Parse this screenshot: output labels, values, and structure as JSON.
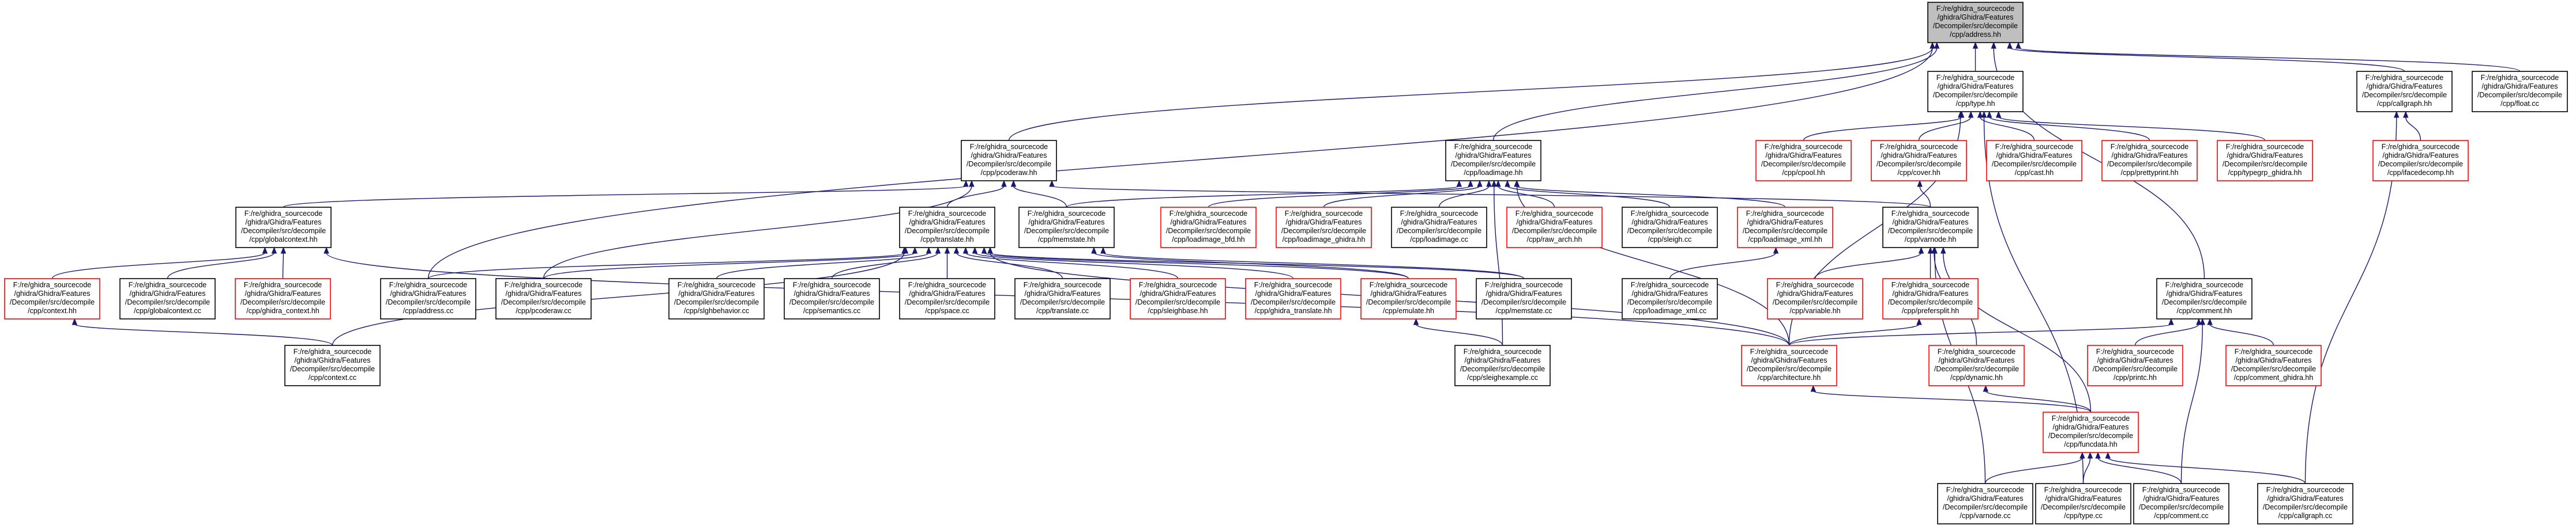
{
  "graph": {
    "title": "",
    "edge_color": "#191970",
    "root_fill": "#bfbfbf",
    "missing_border": "#ff0000",
    "nodes": [
      {
        "id": "address_hh",
        "lines": [
          "F:/re/ghidra_sourcecode",
          "/ghidra/Ghidra/Features",
          "/Decompiler/src/decompile",
          "/cpp/address.hh"
        ],
        "kind": "root"
      },
      {
        "id": "pcoderaw_hh",
        "lines": [
          "F:/re/ghidra_sourcecode",
          "/ghidra/Ghidra/Features",
          "/Decompiler/src/decompile",
          "/cpp/pcoderaw.hh"
        ],
        "kind": "normal"
      },
      {
        "id": "loadimage_hh",
        "lines": [
          "F:/re/ghidra_sourcecode",
          "/ghidra/Ghidra/Features",
          "/Decompiler/src/decompile",
          "/cpp/loadimage.hh"
        ],
        "kind": "normal"
      },
      {
        "id": "type_hh",
        "lines": [
          "F:/re/ghidra_sourcecode",
          "/ghidra/Ghidra/Features",
          "/Decompiler/src/decompile",
          "/cpp/type.hh"
        ],
        "kind": "normal"
      },
      {
        "id": "callgraph_hh",
        "lines": [
          "F:/re/ghidra_sourcecode",
          "/ghidra/Ghidra/Features",
          "/Decompiler/src/decompile",
          "/cpp/callgraph.hh"
        ],
        "kind": "normal"
      },
      {
        "id": "float_cc",
        "lines": [
          "F:/re/ghidra_sourcecode",
          "/ghidra/Ghidra/Features",
          "/Decompiler/src/decompile",
          "/cpp/float.cc"
        ],
        "kind": "normal"
      },
      {
        "id": "globalcontext_hh",
        "lines": [
          "F:/re/ghidra_sourcecode",
          "/ghidra/Ghidra/Features",
          "/Decompiler/src/decompile",
          "/cpp/globalcontext.hh"
        ],
        "kind": "normal"
      },
      {
        "id": "translate_hh",
        "lines": [
          "F:/re/ghidra_sourcecode",
          "/ghidra/Ghidra/Features",
          "/Decompiler/src/decompile",
          "/cpp/translate.hh"
        ],
        "kind": "normal"
      },
      {
        "id": "memstate_hh",
        "lines": [
          "F:/re/ghidra_sourcecode",
          "/ghidra/Ghidra/Features",
          "/Decompiler/src/decompile",
          "/cpp/memstate.hh"
        ],
        "kind": "normal"
      },
      {
        "id": "loadimage_bfd_hh",
        "lines": [
          "F:/re/ghidra_sourcecode",
          "/ghidra/Ghidra/Features",
          "/Decompiler/src/decompile",
          "/cpp/loadimage_bfd.hh"
        ],
        "kind": "missing"
      },
      {
        "id": "loadimage_ghidra_hh",
        "lines": [
          "F:/re/ghidra_sourcecode",
          "/ghidra/Ghidra/Features",
          "/Decompiler/src/decompile",
          "/cpp/loadimage_ghidra.hh"
        ],
        "kind": "missing"
      },
      {
        "id": "loadimage_cc",
        "lines": [
          "F:/re/ghidra_sourcecode",
          "/ghidra/Ghidra/Features",
          "/Decompiler/src/decompile",
          "/cpp/loadimage.cc"
        ],
        "kind": "normal"
      },
      {
        "id": "raw_arch_hh",
        "lines": [
          "F:/re/ghidra_sourcecode",
          "/ghidra/Ghidra/Features",
          "/Decompiler/src/decompile",
          "/cpp/raw_arch.hh"
        ],
        "kind": "missing"
      },
      {
        "id": "sleigh_cc",
        "lines": [
          "F:/re/ghidra_sourcecode",
          "/ghidra/Ghidra/Features",
          "/Decompiler/src/decompile",
          "/cpp/sleigh.cc"
        ],
        "kind": "normal"
      },
      {
        "id": "loadimage_xml_hh",
        "lines": [
          "F:/re/ghidra_sourcecode",
          "/ghidra/Ghidra/Features",
          "/Decompiler/src/decompile",
          "/cpp/loadimage_xml.hh"
        ],
        "kind": "missing"
      },
      {
        "id": "cpool_hh",
        "lines": [
          "F:/re/ghidra_sourcecode",
          "/ghidra/Ghidra/Features",
          "/Decompiler/src/decompile",
          "/cpp/cpool.hh"
        ],
        "kind": "missing"
      },
      {
        "id": "cover_hh",
        "lines": [
          "F:/re/ghidra_sourcecode",
          "/ghidra/Ghidra/Features",
          "/Decompiler/src/decompile",
          "/cpp/cover.hh"
        ],
        "kind": "missing"
      },
      {
        "id": "cast_hh",
        "lines": [
          "F:/re/ghidra_sourcecode",
          "/ghidra/Ghidra/Features",
          "/Decompiler/src/decompile",
          "/cpp/cast.hh"
        ],
        "kind": "missing"
      },
      {
        "id": "prettyprint_hh",
        "lines": [
          "F:/re/ghidra_sourcecode",
          "/ghidra/Ghidra/Features",
          "/Decompiler/src/decompile",
          "/cpp/prettyprint.hh"
        ],
        "kind": "missing"
      },
      {
        "id": "typegrp_ghidra_hh",
        "lines": [
          "F:/re/ghidra_sourcecode",
          "/ghidra/Ghidra/Features",
          "/Decompiler/src/decompile",
          "/cpp/typegrp_ghidra.hh"
        ],
        "kind": "missing"
      },
      {
        "id": "ifacedecomp_hh",
        "lines": [
          "F:/re/ghidra_sourcecode",
          "/ghidra/Ghidra/Features",
          "/Decompiler/src/decompile",
          "/cpp/ifacedecomp.hh"
        ],
        "kind": "missing"
      },
      {
        "id": "varnode_hh",
        "lines": [
          "F:/re/ghidra_sourcecode",
          "/ghidra/Ghidra/Features",
          "/Decompiler/src/decompile",
          "/cpp/varnode.hh"
        ],
        "kind": "normal"
      },
      {
        "id": "context_hh",
        "lines": [
          "F:/re/ghidra_sourcecode",
          "/ghidra/Ghidra/Features",
          "/Decompiler/src/decompile",
          "/cpp/context.hh"
        ],
        "kind": "missing"
      },
      {
        "id": "globalcontext_cc",
        "lines": [
          "F:/re/ghidra_sourcecode",
          "/ghidra/Ghidra/Features",
          "/Decompiler/src/decompile",
          "/cpp/globalcontext.cc"
        ],
        "kind": "normal"
      },
      {
        "id": "ghidra_context_hh",
        "lines": [
          "F:/re/ghidra_sourcecode",
          "/ghidra/Ghidra/Features",
          "/Decompiler/src/decompile",
          "/cpp/ghidra_context.hh"
        ],
        "kind": "missing"
      },
      {
        "id": "address_cc",
        "lines": [
          "F:/re/ghidra_sourcecode",
          "/ghidra/Ghidra/Features",
          "/Decompiler/src/decompile",
          "/cpp/address.cc"
        ],
        "kind": "normal"
      },
      {
        "id": "pcoderaw_cc",
        "lines": [
          "F:/re/ghidra_sourcecode",
          "/ghidra/Ghidra/Features",
          "/Decompiler/src/decompile",
          "/cpp/pcoderaw.cc"
        ],
        "kind": "normal"
      },
      {
        "id": "slghbehavior_cc",
        "lines": [
          "F:/re/ghidra_sourcecode",
          "/ghidra/Ghidra/Features",
          "/Decompiler/src/decompile",
          "/cpp/slghbehavior.cc"
        ],
        "kind": "normal"
      },
      {
        "id": "semantics_cc",
        "lines": [
          "F:/re/ghidra_sourcecode",
          "/ghidra/Ghidra/Features",
          "/Decompiler/src/decompile",
          "/cpp/semantics.cc"
        ],
        "kind": "normal"
      },
      {
        "id": "space_cc",
        "lines": [
          "F:/re/ghidra_sourcecode",
          "/ghidra/Ghidra/Features",
          "/Decompiler/src/decompile",
          "/cpp/space.cc"
        ],
        "kind": "normal"
      },
      {
        "id": "translate_cc",
        "lines": [
          "F:/re/ghidra_sourcecode",
          "/ghidra/Ghidra/Features",
          "/Decompiler/src/decompile",
          "/cpp/translate.cc"
        ],
        "kind": "normal"
      },
      {
        "id": "sleighbase_hh",
        "lines": [
          "F:/re/ghidra_sourcecode",
          "/ghidra/Ghidra/Features",
          "/Decompiler/src/decompile",
          "/cpp/sleighbase.hh"
        ],
        "kind": "missing"
      },
      {
        "id": "ghidra_translate_hh",
        "lines": [
          "F:/re/ghidra_sourcecode",
          "/ghidra/Ghidra/Features",
          "/Decompiler/src/decompile",
          "/cpp/ghidra_translate.hh"
        ],
        "kind": "missing"
      },
      {
        "id": "emulate_hh",
        "lines": [
          "F:/re/ghidra_sourcecode",
          "/ghidra/Ghidra/Features",
          "/Decompiler/src/decompile",
          "/cpp/emulate.hh"
        ],
        "kind": "missing"
      },
      {
        "id": "memstate_cc",
        "lines": [
          "F:/re/ghidra_sourcecode",
          "/ghidra/Ghidra/Features",
          "/Decompiler/src/decompile",
          "/cpp/memstate.cc"
        ],
        "kind": "normal"
      },
      {
        "id": "loadimage_xml_cc",
        "lines": [
          "F:/re/ghidra_sourcecode",
          "/ghidra/Ghidra/Features",
          "/Decompiler/src/decompile",
          "/cpp/loadimage_xml.cc"
        ],
        "kind": "normal"
      },
      {
        "id": "variable_hh",
        "lines": [
          "F:/re/ghidra_sourcecode",
          "/ghidra/Ghidra/Features",
          "/Decompiler/src/decompile",
          "/cpp/variable.hh"
        ],
        "kind": "missing"
      },
      {
        "id": "prefersplit_hh",
        "lines": [
          "F:/re/ghidra_sourcecode",
          "/ghidra/Ghidra/Features",
          "/Decompiler/src/decompile",
          "/cpp/prefersplit.hh"
        ],
        "kind": "missing"
      },
      {
        "id": "comment_hh",
        "lines": [
          "F:/re/ghidra_sourcecode",
          "/ghidra/Ghidra/Features",
          "/Decompiler/src/decompile",
          "/cpp/comment.hh"
        ],
        "kind": "normal"
      },
      {
        "id": "context_cc",
        "lines": [
          "F:/re/ghidra_sourcecode",
          "/ghidra/Ghidra/Features",
          "/Decompiler/src/decompile",
          "/cpp/context.cc"
        ],
        "kind": "normal"
      },
      {
        "id": "sleighexample_cc",
        "lines": [
          "F:/re/ghidra_sourcecode",
          "/ghidra/Ghidra/Features",
          "/Decompiler/src/decompile",
          "/cpp/sleighexample.cc"
        ],
        "kind": "normal"
      },
      {
        "id": "architecture_hh",
        "lines": [
          "F:/re/ghidra_sourcecode",
          "/ghidra/Ghidra/Features",
          "/Decompiler/src/decompile",
          "/cpp/architecture.hh"
        ],
        "kind": "missing"
      },
      {
        "id": "dynamic_hh",
        "lines": [
          "F:/re/ghidra_sourcecode",
          "/ghidra/Ghidra/Features",
          "/Decompiler/src/decompile",
          "/cpp/dynamic.hh"
        ],
        "kind": "missing"
      },
      {
        "id": "printc_hh",
        "lines": [
          "F:/re/ghidra_sourcecode",
          "/ghidra/Ghidra/Features",
          "/Decompiler/src/decompile",
          "/cpp/printc.hh"
        ],
        "kind": "missing"
      },
      {
        "id": "comment_ghidra_hh",
        "lines": [
          "F:/re/ghidra_sourcecode",
          "/ghidra/Ghidra/Features",
          "/Decompiler/src/decompile",
          "/cpp/comment_ghidra.hh"
        ],
        "kind": "missing"
      },
      {
        "id": "funcdata_hh",
        "lines": [
          "F:/re/ghidra_sourcecode",
          "/ghidra/Ghidra/Features",
          "/Decompiler/src/decompile",
          "/cpp/funcdata.hh"
        ],
        "kind": "missing"
      },
      {
        "id": "varnode_cc",
        "lines": [
          "F:/re/ghidra_sourcecode",
          "/ghidra/Ghidra/Features",
          "/Decompiler/src/decompile",
          "/cpp/varnode.cc"
        ],
        "kind": "normal"
      },
      {
        "id": "type_cc",
        "lines": [
          "F:/re/ghidra_sourcecode",
          "/ghidra/Ghidra/Features",
          "/Decompiler/src/decompile",
          "/cpp/type.cc"
        ],
        "kind": "normal"
      },
      {
        "id": "comment_cc",
        "lines": [
          "F:/re/ghidra_sourcecode",
          "/ghidra/Ghidra/Features",
          "/Decompiler/src/decompile",
          "/cpp/comment.cc"
        ],
        "kind": "normal"
      },
      {
        "id": "callgraph_cc",
        "lines": [
          "F:/re/ghidra_sourcecode",
          "/ghidra/Ghidra/Features",
          "/Decompiler/src/decompile",
          "/cpp/callgraph.cc"
        ],
        "kind": "normal"
      }
    ],
    "edges": [
      [
        "pcoderaw_hh",
        "address_hh"
      ],
      [
        "loadimage_hh",
        "address_hh"
      ],
      [
        "type_hh",
        "address_hh"
      ],
      [
        "callgraph_hh",
        "address_hh"
      ],
      [
        "float_cc",
        "address_hh"
      ],
      [
        "address_cc",
        "address_hh"
      ],
      [
        "comment_hh",
        "address_hh"
      ],
      [
        "globalcontext_hh",
        "pcoderaw_hh"
      ],
      [
        "translate_hh",
        "pcoderaw_hh"
      ],
      [
        "memstate_hh",
        "pcoderaw_hh"
      ],
      [
        "pcoderaw_cc",
        "pcoderaw_hh"
      ],
      [
        "varnode_hh",
        "pcoderaw_hh"
      ],
      [
        "memstate_hh",
        "loadimage_hh"
      ],
      [
        "loadimage_bfd_hh",
        "loadimage_hh"
      ],
      [
        "loadimage_ghidra_hh",
        "loadimage_hh"
      ],
      [
        "loadimage_cc",
        "loadimage_hh"
      ],
      [
        "raw_arch_hh",
        "loadimage_hh"
      ],
      [
        "sleigh_cc",
        "loadimage_hh"
      ],
      [
        "loadimage_xml_hh",
        "loadimage_hh"
      ],
      [
        "architecture_hh",
        "loadimage_hh"
      ],
      [
        "sleighexample_cc",
        "loadimage_hh"
      ],
      [
        "cpool_hh",
        "type_hh"
      ],
      [
        "cover_hh",
        "type_hh"
      ],
      [
        "cast_hh",
        "type_hh"
      ],
      [
        "prettyprint_hh",
        "type_hh"
      ],
      [
        "typegrp_ghidra_hh",
        "type_hh"
      ],
      [
        "architecture_hh",
        "type_hh"
      ],
      [
        "type_cc",
        "type_hh"
      ],
      [
        "ifacedecomp_hh",
        "callgraph_hh"
      ],
      [
        "callgraph_cc",
        "callgraph_hh"
      ],
      [
        "context_hh",
        "globalcontext_hh"
      ],
      [
        "globalcontext_cc",
        "globalcontext_hh"
      ],
      [
        "ghidra_context_hh",
        "globalcontext_hh"
      ],
      [
        "architecture_hh",
        "globalcontext_hh"
      ],
      [
        "address_cc",
        "translate_hh"
      ],
      [
        "pcoderaw_cc",
        "translate_hh"
      ],
      [
        "slghbehavior_cc",
        "translate_hh"
      ],
      [
        "semantics_cc",
        "translate_hh"
      ],
      [
        "space_cc",
        "translate_hh"
      ],
      [
        "translate_cc",
        "translate_hh"
      ],
      [
        "sleighbase_hh",
        "translate_hh"
      ],
      [
        "ghidra_translate_hh",
        "translate_hh"
      ],
      [
        "emulate_hh",
        "translate_hh"
      ],
      [
        "memstate_cc",
        "translate_hh"
      ],
      [
        "context_cc",
        "translate_hh"
      ],
      [
        "architecture_hh",
        "translate_hh"
      ],
      [
        "emulate_hh",
        "memstate_hh"
      ],
      [
        "memstate_cc",
        "memstate_hh"
      ],
      [
        "loadimage_xml_cc",
        "loadimage_xml_hh"
      ],
      [
        "varnode_hh",
        "cover_hh"
      ],
      [
        "variable_hh",
        "varnode_hh"
      ],
      [
        "prefersplit_hh",
        "varnode_hh"
      ],
      [
        "dynamic_hh",
        "varnode_hh"
      ],
      [
        "varnode_cc",
        "varnode_hh"
      ],
      [
        "funcdata_hh",
        "varnode_hh"
      ],
      [
        "context_cc",
        "context_hh"
      ],
      [
        "sleighexample_cc",
        "emulate_hh"
      ],
      [
        "architecture_hh",
        "prefersplit_hh"
      ],
      [
        "architecture_hh",
        "comment_hh"
      ],
      [
        "printc_hh",
        "comment_hh"
      ],
      [
        "comment_ghidra_hh",
        "comment_hh"
      ],
      [
        "comment_cc",
        "comment_hh"
      ],
      [
        "funcdata_hh",
        "architecture_hh"
      ],
      [
        "funcdata_hh",
        "dynamic_hh"
      ],
      [
        "varnode_cc",
        "funcdata_hh"
      ],
      [
        "type_cc",
        "funcdata_hh"
      ],
      [
        "comment_cc",
        "funcdata_hh"
      ],
      [
        "callgraph_cc",
        "funcdata_hh"
      ]
    ]
  }
}
